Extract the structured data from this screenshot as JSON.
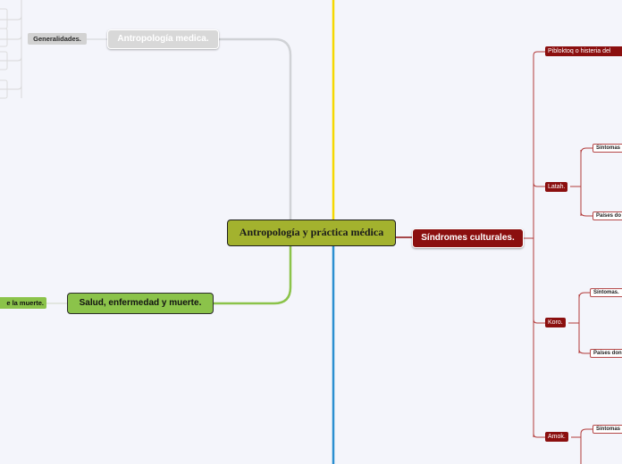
{
  "central": {
    "label": "Antropología y práctica médica"
  },
  "branches": {
    "sindromes": {
      "label": "Síndromes culturales.",
      "children": {
        "pibloktoq": {
          "label": "Pibloktoq o histeria del"
        },
        "latah": {
          "label": "Latah.",
          "sintomas": "Síntomas",
          "paises": "Países do"
        },
        "koro": {
          "label": "Koro.",
          "sintomas": "Síntomas.",
          "paises": "Países don"
        },
        "amok": {
          "label": "Amok.",
          "sintomas": "Síntomas"
        }
      }
    },
    "salud": {
      "label": "Salud, enfermedad y muerte.",
      "child": "e la muerte."
    },
    "antropologia": {
      "label": "Antropología medica.",
      "child": "Generalidades."
    }
  },
  "colors": {
    "central": "#a3b22e",
    "sindromes": "#8b0f0f",
    "salud": "#8bc34a",
    "antropologia": "#d8d8d8",
    "yellow_line": "#f5d800",
    "blue_line": "#2b8fd1"
  }
}
